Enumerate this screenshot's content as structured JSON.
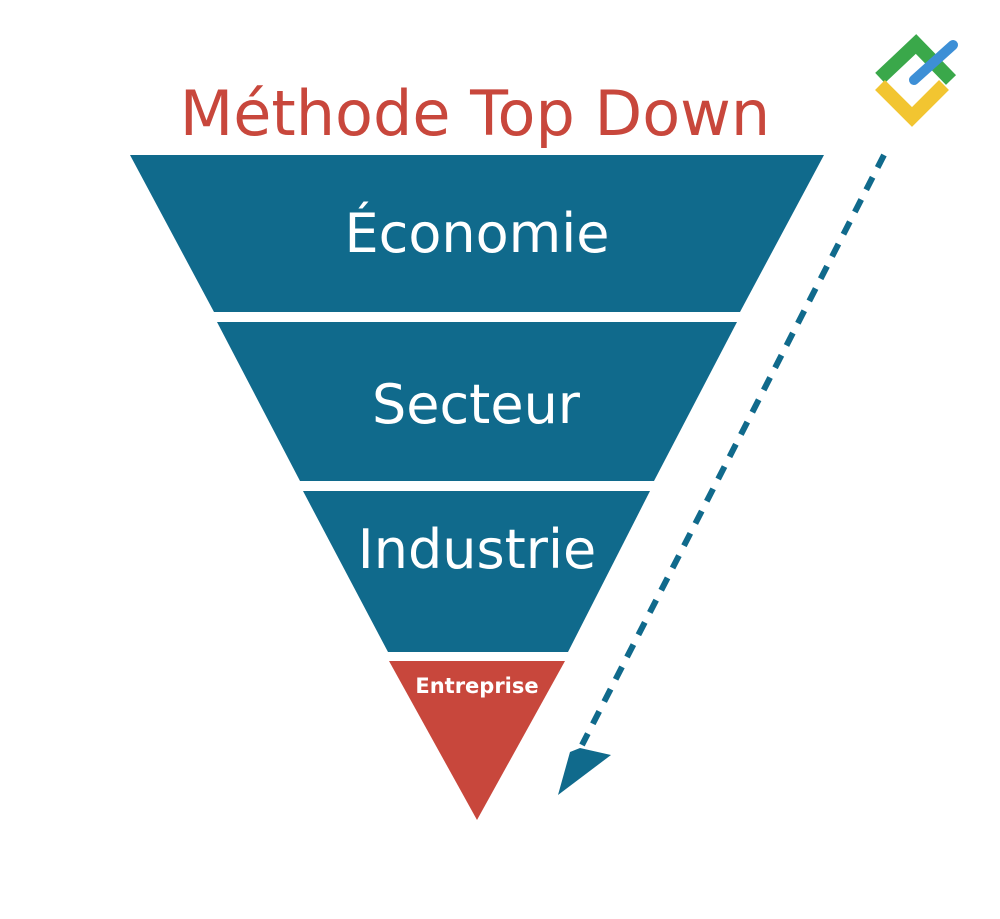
{
  "title": "Méthode Top Down",
  "levels": [
    {
      "label": "Économie"
    },
    {
      "label": "Secteur"
    },
    {
      "label": "Industrie"
    },
    {
      "label": "Entreprise"
    }
  ],
  "colors": {
    "title": "#c8473c",
    "level_primary": "#106a8c",
    "level_final": "#c8473c",
    "arrow": "#106a8c",
    "logo_green": "#3aa84a",
    "logo_yellow": "#f2c531",
    "logo_blue": "#3d8fd6"
  },
  "icons": {
    "logo": "brand-logo-icon",
    "arrow": "dashed-arrow-down-icon"
  }
}
